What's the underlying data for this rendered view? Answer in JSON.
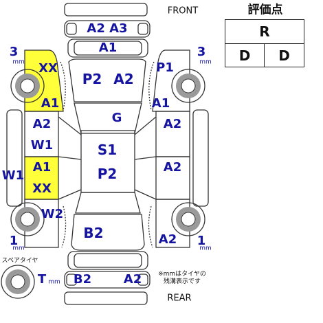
{
  "header": {
    "front_label": "FRONT",
    "rear_label": "REAR",
    "grade_title": "評価点"
  },
  "grade": {
    "overall": "R",
    "interior": "D",
    "exterior": "D"
  },
  "spare_tire": {
    "label": "スペアタイヤ",
    "tread": "T",
    "unit": "mm"
  },
  "tire_note": {
    "line1": "※mmはタイヤの",
    "line2": "残溝表示です"
  },
  "tires": {
    "front_left": "3",
    "front_right": "3",
    "rear_left": "1",
    "rear_right": "1",
    "unit": "mm"
  },
  "damage_codes": {
    "front_bumper": "A2 A3",
    "grille": "A1",
    "hood_left": "P2",
    "hood_right": "A2",
    "windshield": "G",
    "roof_line1": "S1",
    "roof_line2": "P2",
    "rear_glass": "B2",
    "rear_bumper_left": "B2",
    "rear_bumper_right": "A2",
    "left_front_fender_top": "XX",
    "left_front_fender_bottom": "A1",
    "left_front_door_line1": "A2",
    "left_front_door_line2": "W1",
    "left_rear_door_line1": "A1",
    "left_rear_door_line2": "XX",
    "left_sill": "W1",
    "left_rear_fender": "W2",
    "right_front_fender_top": "P1",
    "right_front_fender_bottom": "A1",
    "right_front_door": "A2",
    "right_rear_door": "A2",
    "right_rear_fender": "A2"
  },
  "colors": {
    "label_blue": "#1414a0",
    "highlight_yellow": "#ffff3a",
    "outline": "#333333",
    "tire_gray": "#9a9a9a"
  }
}
